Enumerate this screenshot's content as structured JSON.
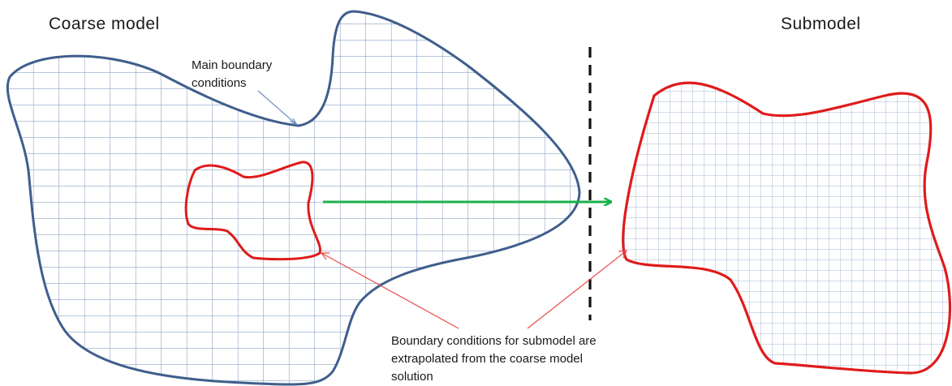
{
  "labels": {
    "coarse_model": "Coarse model",
    "submodel": "Submodel",
    "main_bc": [
      "Main boundary",
      "conditions"
    ],
    "sub_bc": [
      "Boundary conditions for submodel are",
      "extrapolated from the  coarse model",
      "solution"
    ]
  },
  "colors": {
    "coarse_outline": "#3f5e8c",
    "coarse_grid": "#8ea4c6",
    "submodel_outline": "#e01b1b",
    "submodel_grid": "#a6b8d6",
    "arrow": "#19b24a",
    "pointer": "#e84a4a",
    "callout_pointer": "#6d8fc2",
    "divider": "#111111"
  }
}
